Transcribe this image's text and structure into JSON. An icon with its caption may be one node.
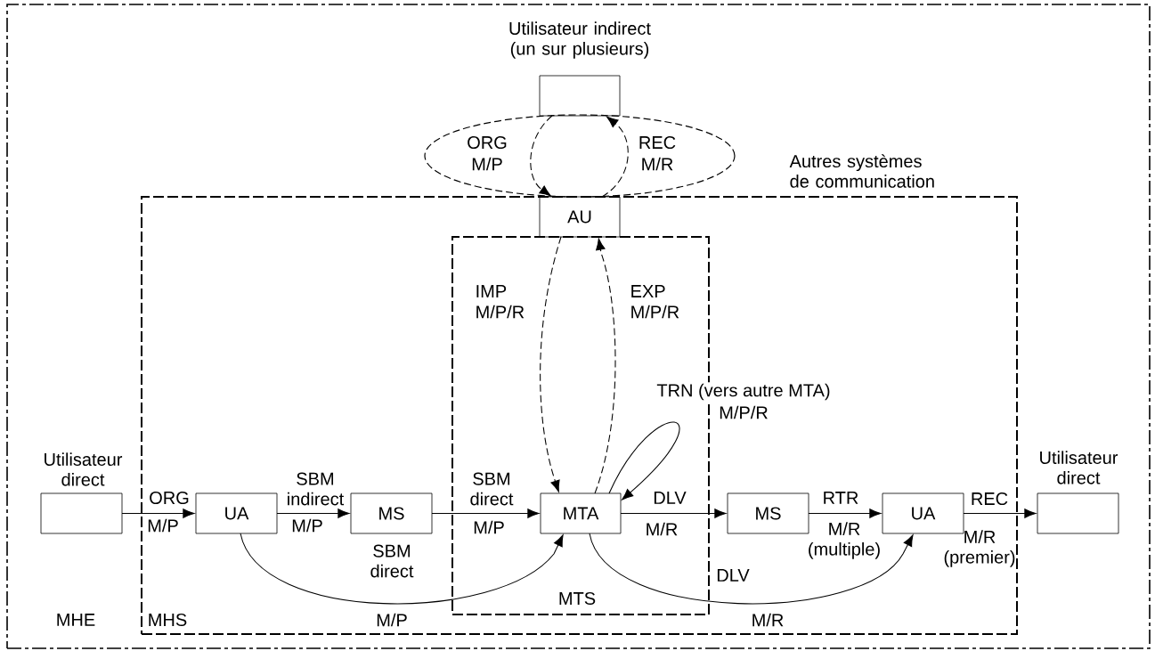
{
  "diagram": {
    "nodes": [
      {
        "text": [
          "MHE"
        ]
      },
      {
        "text": [
          "MHS"
        ],
        "in": 0
      },
      {
        "text": [
          "Utilisateur indirect (un sur plusieurs)"
        ],
        "in": 0
      },
      {
        "text": [
          "AU"
        ],
        "in": 1
      },
      {
        "text": [
          "MTS"
        ],
        "in": 1
      },
      {
        "text": [
          "Utilisateur direct"
        ],
        "in": 0
      },
      {
        "text": [
          "UA"
        ],
        "in": 1
      },
      {
        "text": [
          "MS"
        ],
        "in": 1,
        "beside": [
          "SBM direct"
        ]
      },
      {
        "text": [
          "MTA"
        ],
        "in": 4
      },
      {
        "text": [
          "MS"
        ],
        "in": 1
      },
      {
        "text": [
          "UA"
        ],
        "in": 1
      },
      {
        "text": [
          "Utilisateur direct"
        ],
        "in": 0
      }
    ],
    "edges": [
      {
        "from": 5,
        "to": 6,
        "arrow": "to",
        "label": "ORG"
      },
      {
        "from": 6,
        "to": 7,
        "arrow": "to",
        "label": "SBM indirect"
      },
      {
        "from": 7,
        "to": 8,
        "arrow": "to",
        "label": "SBM direct"
      },
      {
        "from": 6,
        "to": 8,
        "arrow": "to",
        "label": "M/P"
      },
      {
        "from": 8,
        "to": 9,
        "arrow": "to",
        "label": "DLV"
      },
      {
        "from": 9,
        "to": 10,
        "arrow": "to",
        "label": "RTR"
      },
      {
        "from": 10,
        "to": 11,
        "arrow": "to",
        "label": "REC"
      },
      {
        "from": 8,
        "to": 10,
        "arrow": "to",
        "label": "DLV"
      },
      {
        "from": 8,
        "to": 8,
        "arrow": "to",
        "label": "TRN (vers autre MTA)"
      },
      {
        "from": 3,
        "to": 8,
        "arrow": "to",
        "label": "IMP",
        "style": "dashed"
      },
      {
        "from": 8,
        "to": 3,
        "arrow": "to",
        "label": "EXP",
        "style": "dashed"
      },
      {
        "from": 2,
        "to": 3,
        "arrow": "to",
        "label": "ORG",
        "style": "dashed"
      },
      {
        "from": 3,
        "to": 2,
        "arrow": "to",
        "label": "REC",
        "style": "dashed"
      }
    ],
    "labels": [
      "M/P",
      "M/R",
      "Autres systèmes de communication",
      "M/P/R",
      "M/P/R",
      "M/P/R",
      "M/P",
      "M/P",
      "M/P",
      "M/R",
      "M/R (multiple)",
      "M/R (premier)",
      "M/R"
    ]
  }
}
